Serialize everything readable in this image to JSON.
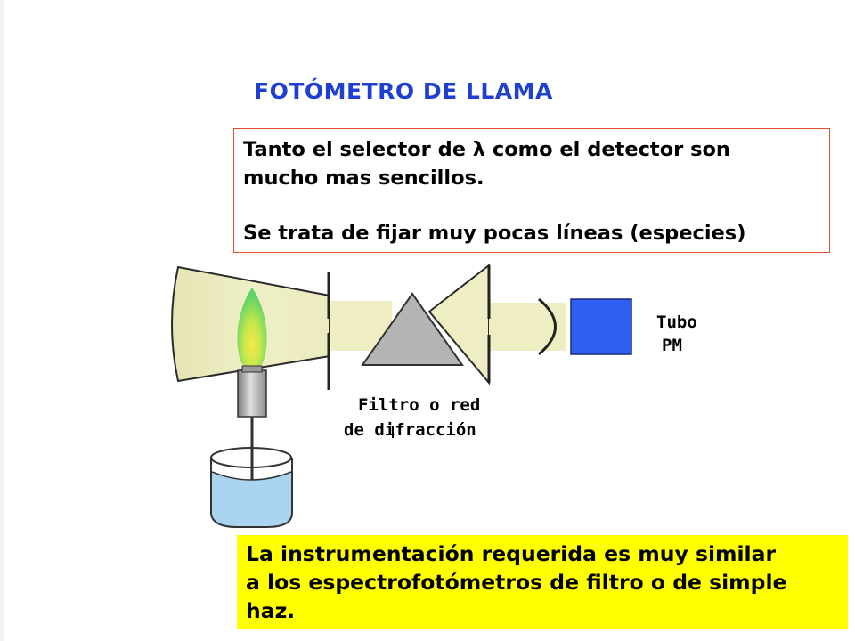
{
  "title": "FOTÓMETRO DE LLAMA",
  "note": {
    "line1": "Tanto el selector de λ como el detector son",
    "line2": "mucho mas sencillos.",
    "line3": "Se trata de fijar muy pocas líneas (especies)"
  },
  "labels": {
    "filter_line1": "Filtro o red",
    "filter_line2": "de difracción",
    "detector_line1": "Tubo",
    "detector_line2": "PM"
  },
  "conclusion": {
    "line1": "La instrumentación requerida es muy similar",
    "line2": "a los espectrofotómetros de filtro o de simple",
    "line3": "haz."
  },
  "colors": {
    "title": "#1f3fd0",
    "beam": "#eeeec2",
    "prism": "#b4b4b4",
    "detector": "#2f5ff0",
    "solution": "#aad4f0",
    "highlight": "#ffff00",
    "note_border": "#e0502f"
  }
}
